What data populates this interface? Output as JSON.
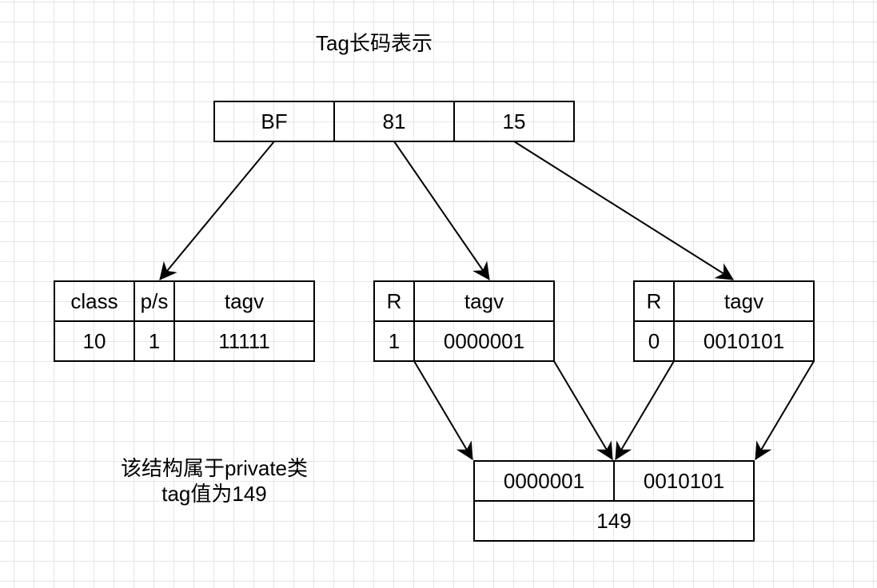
{
  "title": "Tag长码表示",
  "top_bytes": [
    "BF",
    "81",
    "15"
  ],
  "class_table": {
    "headers": [
      "class",
      "p/s",
      "tagv"
    ],
    "values": [
      "10",
      "1",
      "11111"
    ]
  },
  "byte2_table": {
    "headers": [
      "R",
      "tagv"
    ],
    "values": [
      "1",
      "0000001"
    ]
  },
  "byte3_table": {
    "headers": [
      "R",
      "tagv"
    ],
    "values": [
      "0",
      "0010101"
    ]
  },
  "result_table": {
    "parts": [
      "0000001",
      "0010101"
    ],
    "value": "149"
  },
  "note": {
    "line1": "该结构属于private类",
    "line2": "tag值为149"
  }
}
